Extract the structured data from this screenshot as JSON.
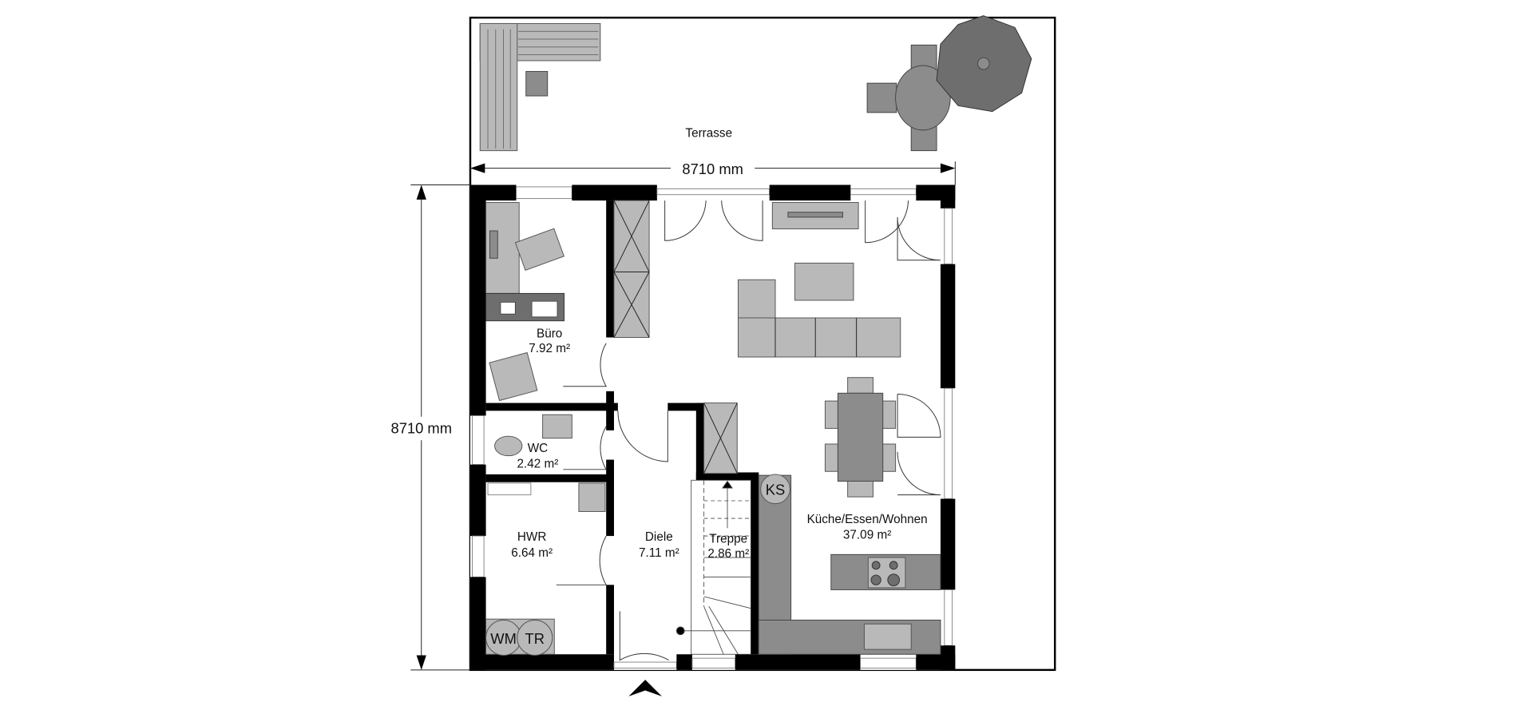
{
  "plan": {
    "dimensions": {
      "width_label": "8710 mm",
      "height_label": "8710 mm"
    },
    "rooms": [
      {
        "name": "Terrasse",
        "area": ""
      },
      {
        "name": "Büro",
        "area": "7.92 m²"
      },
      {
        "name": "WC",
        "area": "2.42 m²"
      },
      {
        "name": "HWR",
        "area": "6.64 m²"
      },
      {
        "name": "Diele",
        "area": "7.11 m²"
      },
      {
        "name": "Treppe",
        "area": "2.86 m²"
      },
      {
        "name": "Küche/Essen/Wohnen",
        "area": "37.09 m²"
      }
    ],
    "appliances": {
      "fridge": "KS",
      "washer": "WM",
      "dryer": "TR"
    },
    "entrance_icon": "entrance-arrow-icon"
  }
}
